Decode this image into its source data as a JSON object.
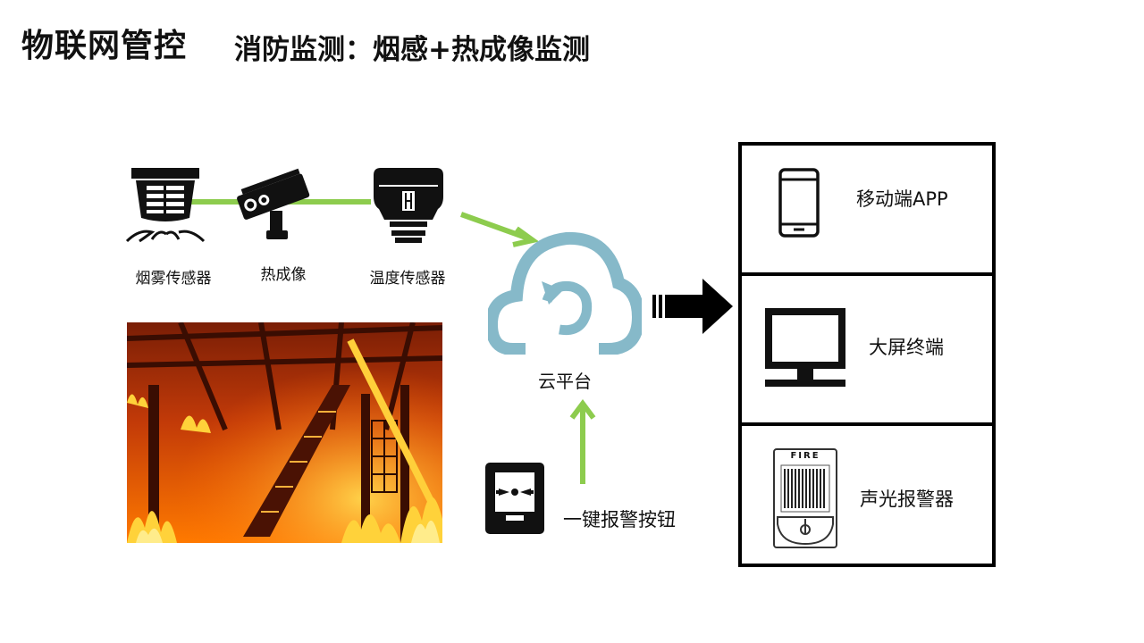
{
  "header": {
    "title": "物联网管控",
    "subtitle": "消防监测：烟感+热成像监测"
  },
  "sensors": [
    {
      "label": "烟雾传感器",
      "icon": "smoke-detector-icon"
    },
    {
      "label": "热成像",
      "icon": "thermal-camera-icon"
    },
    {
      "label": "温度传感器",
      "icon": "temperature-sensor-icon"
    }
  ],
  "cloud": {
    "label": "云平台",
    "icon": "cloud-sync-icon"
  },
  "alarm_button": {
    "label": "一键报警按钮",
    "icon": "alarm-button-icon"
  },
  "outputs": [
    {
      "label": "移动端APP",
      "icon": "mobile-phone-icon"
    },
    {
      "label": "大屏终端",
      "icon": "monitor-icon"
    },
    {
      "label": "声光报警器",
      "icon": "strobe-siren-icon",
      "badge": "FIRE"
    }
  ],
  "colors": {
    "connector_green": "#8dcc4e",
    "cloud_blue": "#86b9c9",
    "fire_orange": "#ff6a00",
    "black": "#000000"
  }
}
